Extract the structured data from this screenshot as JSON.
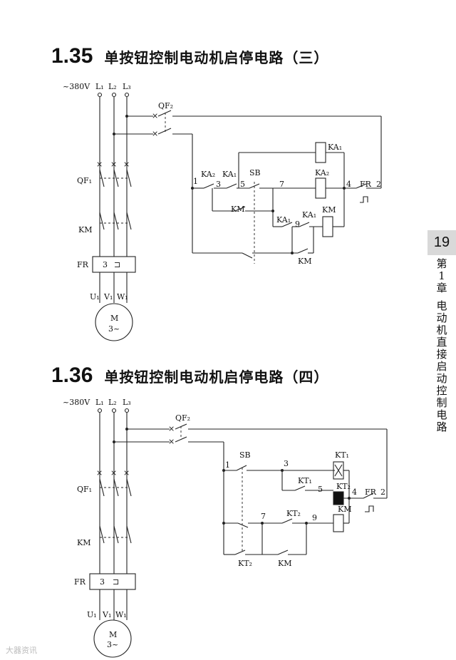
{
  "section1": {
    "number": "1.35",
    "title": "单按钮控制电动机启停电路（三）",
    "labels": {
      "voltage": "~380V",
      "L1": "L₁",
      "L2": "L₂",
      "L3": "L₃",
      "qf2": "QF₂",
      "qf1": "QF₁",
      "km_main": "KM",
      "fr": "FR",
      "fr_box": "3",
      "u1": "U₁",
      "v1": "V₁",
      "w1": "W₁",
      "motor_m": "M",
      "motor_3": "3~",
      "n1": "1",
      "ka2_a": "KA₂",
      "ka1_a": "KA₁",
      "n3": "3",
      "n5": "5",
      "sb": "SB",
      "n7": "7",
      "ka1_coil": "KA₁",
      "ka2_coil": "KA₂",
      "n4": "4",
      "fr_c": "FR",
      "n2": "2",
      "km_contact": "KM",
      "ka1_b": "KA₁",
      "n9": "9",
      "ka1_c": "KA₁",
      "km_coil": "KM",
      "km_hold": "KM"
    }
  },
  "section2": {
    "number": "1.36",
    "title": "单按钮控制电动机启停电路（四）",
    "labels": {
      "voltage": "~380V",
      "L1": "L₁",
      "L2": "L₂",
      "L3": "L₃",
      "qf2": "QF₂",
      "qf1": "QF₁",
      "km_main": "KM",
      "fr": "FR",
      "fr_box": "3",
      "u1": "U₁",
      "v1": "V₁",
      "w1": "W₁",
      "motor_m": "M",
      "motor_3": "3~",
      "n1": "1",
      "sb": "SB",
      "n3": "3",
      "kt1_coil": "KT₁",
      "kt1_contact": "KT₁",
      "n5": "5",
      "kt2_coil": "KT₂",
      "n4": "4",
      "fr_c": "FR",
      "n2": "2",
      "km_coil": "KM",
      "n7": "7",
      "kt2_contact": "KT₂",
      "n9": "9",
      "kt2_b": "KT₂",
      "km_b": "KM"
    }
  },
  "side_tab": {
    "page_number": "19",
    "chars": [
      "第",
      "1",
      "章",
      "电",
      "动",
      "机",
      "直",
      "接",
      "启",
      "动",
      "控",
      "制",
      "电",
      "路"
    ]
  },
  "watermark": "大器资讯"
}
